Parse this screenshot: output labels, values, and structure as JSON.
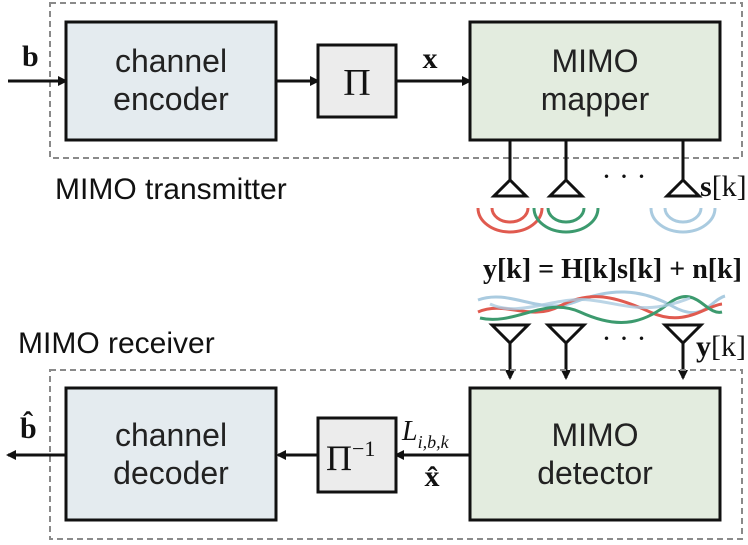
{
  "transmitter": {
    "caption": "MIMO transmitter",
    "input_symbol": "b",
    "encoder_line1": "channel",
    "encoder_line2": "encoder",
    "interleaver": "Π",
    "x_symbol": "x",
    "mapper_line1": "MIMO",
    "mapper_line2": "mapper",
    "antenna_dots": "· · ·",
    "s_symbol": "s",
    "s_index": "[k]"
  },
  "channel": {
    "equation": "y[k] = H[k]s[k] + n[k]"
  },
  "receiver": {
    "caption": "MIMO receiver",
    "antenna_dots": "· · ·",
    "y_symbol": "y",
    "y_index": "[k]",
    "detector_line1": "MIMO",
    "detector_line2": "detector",
    "llr_symbol": "L",
    "llr_sub": "i,b,k",
    "xhat_symbol": "x̂",
    "deinterleaver": "Π",
    "deinterleaver_sup": "−1",
    "decoder_line1": "channel",
    "decoder_line2": "decoder",
    "output_symbol": "b̂"
  },
  "colors": {
    "encoder_fill": "#e4ebef",
    "mapper_fill": "#e3ecdf",
    "interleaver_fill": "#ececec",
    "wave_red": "#e05a4f",
    "wave_green": "#3c9a6e",
    "wave_lightblue": "#aacbe0",
    "dashed_border": "#8a8a8a"
  }
}
